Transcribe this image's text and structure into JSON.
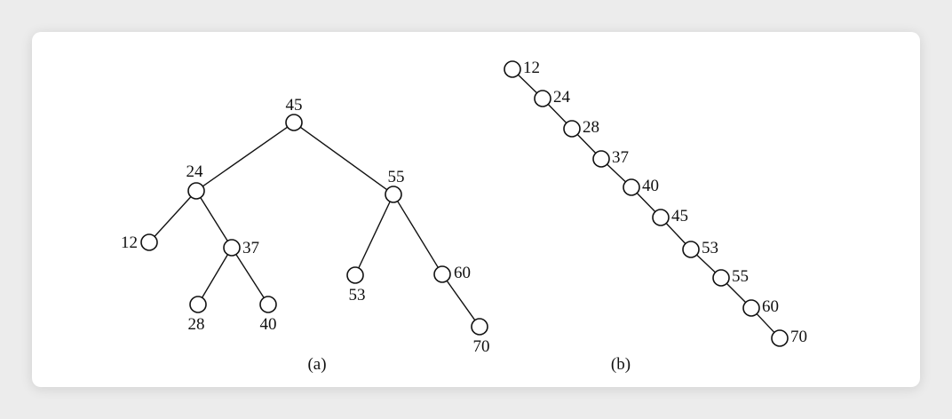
{
  "figure": {
    "caption_a": "(a)",
    "caption_b": "(b)"
  },
  "tree_a": {
    "nodes": [
      {
        "id": "45",
        "label": "45"
      },
      {
        "id": "24",
        "label": "24"
      },
      {
        "id": "55",
        "label": "55"
      },
      {
        "id": "12",
        "label": "12"
      },
      {
        "id": "37",
        "label": "37"
      },
      {
        "id": "28",
        "label": "28"
      },
      {
        "id": "40",
        "label": "40"
      },
      {
        "id": "53",
        "label": "53"
      },
      {
        "id": "60",
        "label": "60"
      },
      {
        "id": "70",
        "label": "70"
      }
    ],
    "edges": [
      [
        "45",
        "24"
      ],
      [
        "45",
        "55"
      ],
      [
        "24",
        "12"
      ],
      [
        "24",
        "37"
      ],
      [
        "37",
        "28"
      ],
      [
        "37",
        "40"
      ],
      [
        "55",
        "53"
      ],
      [
        "55",
        "60"
      ],
      [
        "60",
        "70"
      ]
    ]
  },
  "tree_b": {
    "nodes": [
      {
        "id": "12",
        "label": "12"
      },
      {
        "id": "24",
        "label": "24"
      },
      {
        "id": "28",
        "label": "28"
      },
      {
        "id": "37",
        "label": "37"
      },
      {
        "id": "40",
        "label": "40"
      },
      {
        "id": "45",
        "label": "45"
      },
      {
        "id": "53",
        "label": "53"
      },
      {
        "id": "55",
        "label": "55"
      },
      {
        "id": "60",
        "label": "60"
      },
      {
        "id": "70",
        "label": "70"
      }
    ],
    "edges": [
      [
        "12",
        "24"
      ],
      [
        "24",
        "28"
      ],
      [
        "28",
        "37"
      ],
      [
        "37",
        "40"
      ],
      [
        "40",
        "45"
      ],
      [
        "45",
        "53"
      ],
      [
        "53",
        "55"
      ],
      [
        "55",
        "60"
      ],
      [
        "60",
        "70"
      ]
    ]
  }
}
